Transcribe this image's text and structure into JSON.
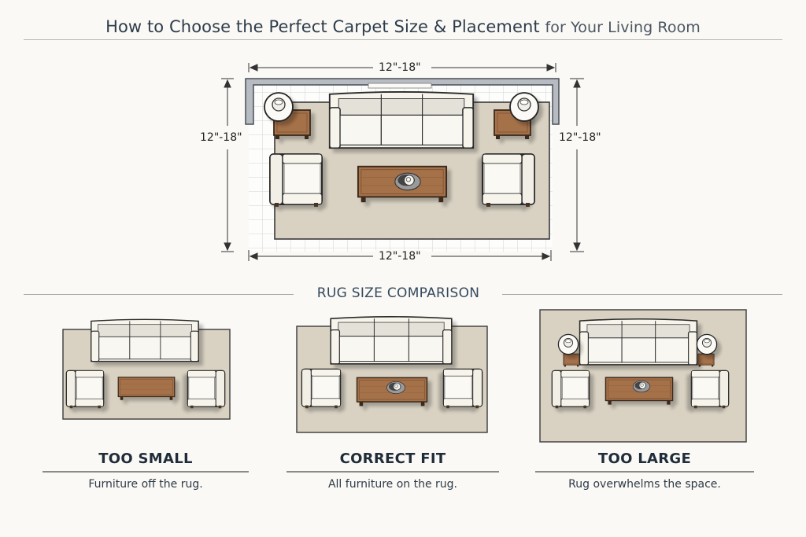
{
  "header": {
    "title_strong": "How to Choose the Perfect Carpet Size & Placement",
    "title_light": "for Your Living Room"
  },
  "main_diagram": {
    "dimensions": {
      "top": "12\"-18\"",
      "bottom": "12\"-18\"",
      "left": "12\"-18\"",
      "right": "12\"-18\""
    },
    "furniture": [
      "sofa",
      "end-table-left",
      "end-table-right",
      "lamp-left",
      "lamp-right",
      "armchair-left",
      "armchair-right",
      "coffee-table",
      "decor-bowl"
    ],
    "colors": {
      "rug": "#d9d2c3",
      "wood": "#9c6a42",
      "upholstery": "#f6f3ea",
      "wall": "#9aa0a8",
      "floor_grid": "#d8d8d8"
    }
  },
  "comparison": {
    "section_title": "RUG SIZE COMPARISON",
    "panels": [
      {
        "title": "TOO SMALL",
        "description": "Furniture off the rug."
      },
      {
        "title": "CORRECT FIT",
        "description": "All furniture on the rug."
      },
      {
        "title": "TOO LARGE",
        "description": "Rug overwhelms the space."
      }
    ]
  }
}
